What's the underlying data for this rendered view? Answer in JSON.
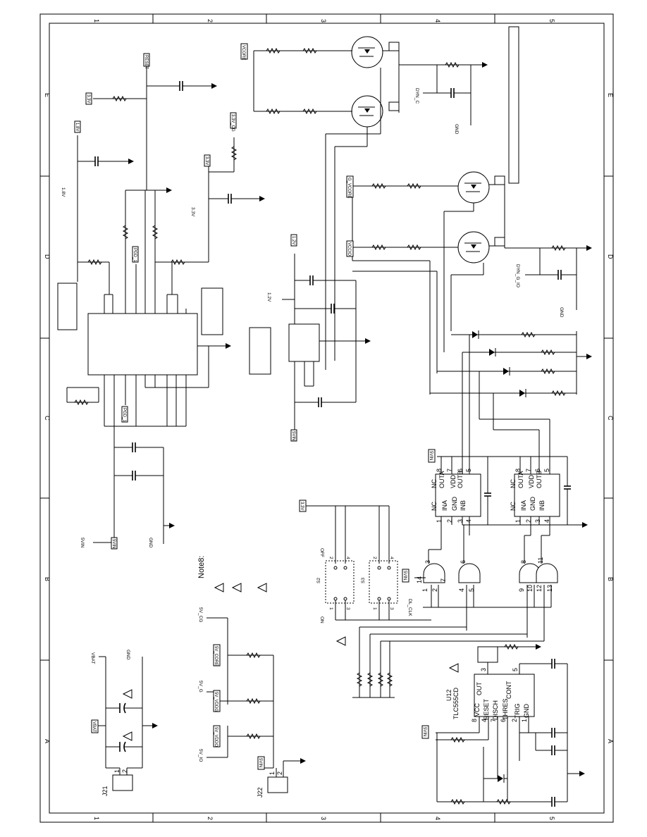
{
  "frame": {
    "col_numbers": [
      "1",
      "2",
      "3",
      "4",
      "5"
    ],
    "row_letters": [
      "A",
      "B",
      "C",
      "D",
      "E"
    ]
  },
  "nets": {
    "reset": "RESET",
    "v3v3_tag": "3.3V",
    "v1v8_tag": "1.8V",
    "v3v3_cg": "3.3V_CG",
    "v1v8": "1.8V",
    "v3v3": "3.3V",
    "pgd1_top": "PGD_1",
    "pgd1_bot": "PGD_1",
    "v1v2_tag": "1.2V",
    "v1v2": "1.2V",
    "v5vin_tag": "5VIN",
    "v5vin": "5VIN",
    "gnd": "GND",
    "v5vin_mid": "5VIN",
    "vcore_top": "VCORE",
    "dyn_c": "DYN_C",
    "gnd_dyn_c": "GND",
    "g_vcore": "G_VCORE",
    "vccio": "VCCIO",
    "dyn_g_io": "DYN_G_IO",
    "gnd_io": "GND",
    "v5vin_drv": "5VIN",
    "v3v3_sw": "3.3V",
    "v5vin_sw": "5VIN",
    "dl_clk": "DL_CLK",
    "vbat": "VBAT",
    "vbat_tag": "VBAT",
    "gnd_bat": "GND",
    "v5v_cg": "5V_CG",
    "v5v_g": "5V_G",
    "v5v_io": "5V_IO",
    "v5v_core": "5V_CORE",
    "v5v_vddg": "5V_VDDG",
    "v5v_vddo": "5V_VDDO",
    "v5vin_j22": "5VIN",
    "v5vin_timer": "5VIN"
  },
  "note": {
    "title": "Note8:"
  },
  "switches": {
    "s2": "S2",
    "s3": "S3",
    "on": "ON",
    "off": "OFF",
    "pins": [
      "1",
      "2",
      "3",
      "4"
    ]
  },
  "drivers": {
    "pins_left": [
      "NC",
      "INA",
      "GND",
      "INB"
    ],
    "pins_right": [
      "NC",
      "OUTA",
      "VDD",
      "OUTB"
    ],
    "nums_bottom": [
      "1",
      "2",
      "3",
      "4"
    ],
    "nums_top": [
      "8",
      "7",
      "6",
      "5"
    ]
  },
  "gates": {
    "numbers": [
      "3",
      "6",
      "8",
      "11",
      "14",
      "7",
      "1",
      "2",
      "4",
      "5",
      "9",
      "10",
      "12",
      "13"
    ]
  },
  "timer": {
    "ref": "U12",
    "part": "TLC555CD",
    "pins_left": [
      "VCC",
      "RESET",
      "DISCH",
      "THRES",
      "TRIG",
      "GND"
    ],
    "pins_right": [
      "OUT",
      "CONT"
    ],
    "pin_nums": [
      "8",
      "4",
      "7",
      "6",
      "2",
      "1",
      "3",
      "5"
    ]
  },
  "connectors": {
    "j21": "J21",
    "j22": "J22",
    "pin1": "1",
    "pin2": "2"
  }
}
